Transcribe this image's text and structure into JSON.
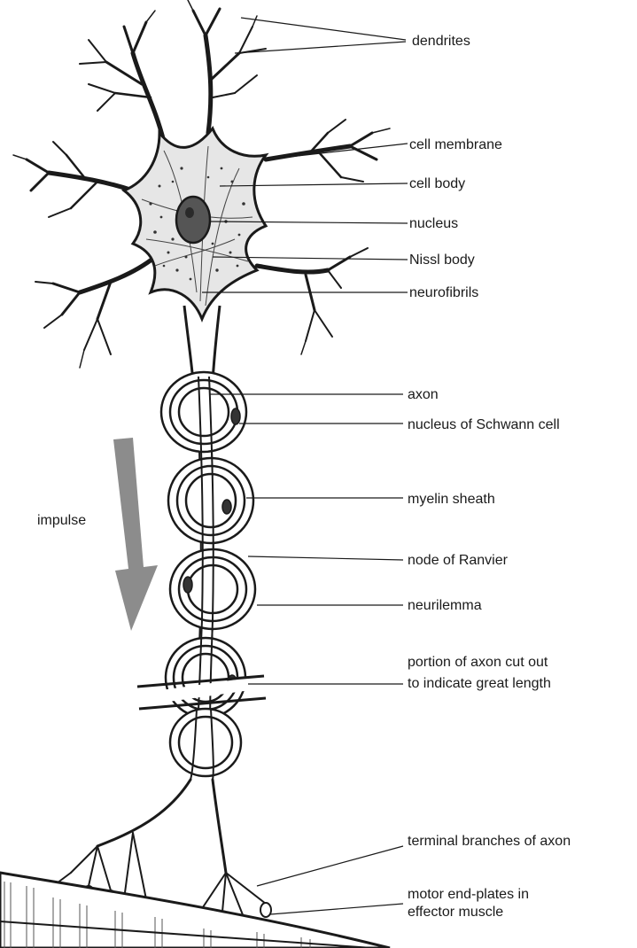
{
  "labels": {
    "dendrites": "dendrites",
    "cell_membrane": "cell membrane",
    "cell_body": "cell body",
    "nucleus": "nucleus",
    "nissl_body": "Nissl body",
    "neurofibrils": "neurofibrils",
    "axon": "axon",
    "nucleus_schwann": "nucleus of Schwann cell",
    "myelin_sheath": "myelin sheath",
    "node_ranvier": "node of Ranvier",
    "neurilemma": "neurilemma",
    "cut_line1": "portion of axon cut out",
    "cut_line2": "to indicate great length",
    "terminal_branches": "terminal branches of axon",
    "motor_line1": "motor end-plates in",
    "motor_line2": "effector muscle",
    "impulse": "impulse"
  },
  "colors": {
    "ink": "#1a1a1a",
    "cytoplasm": "#e6e6e6",
    "arrow": "#8c8c8c",
    "nucleus_fill": "#555555"
  }
}
